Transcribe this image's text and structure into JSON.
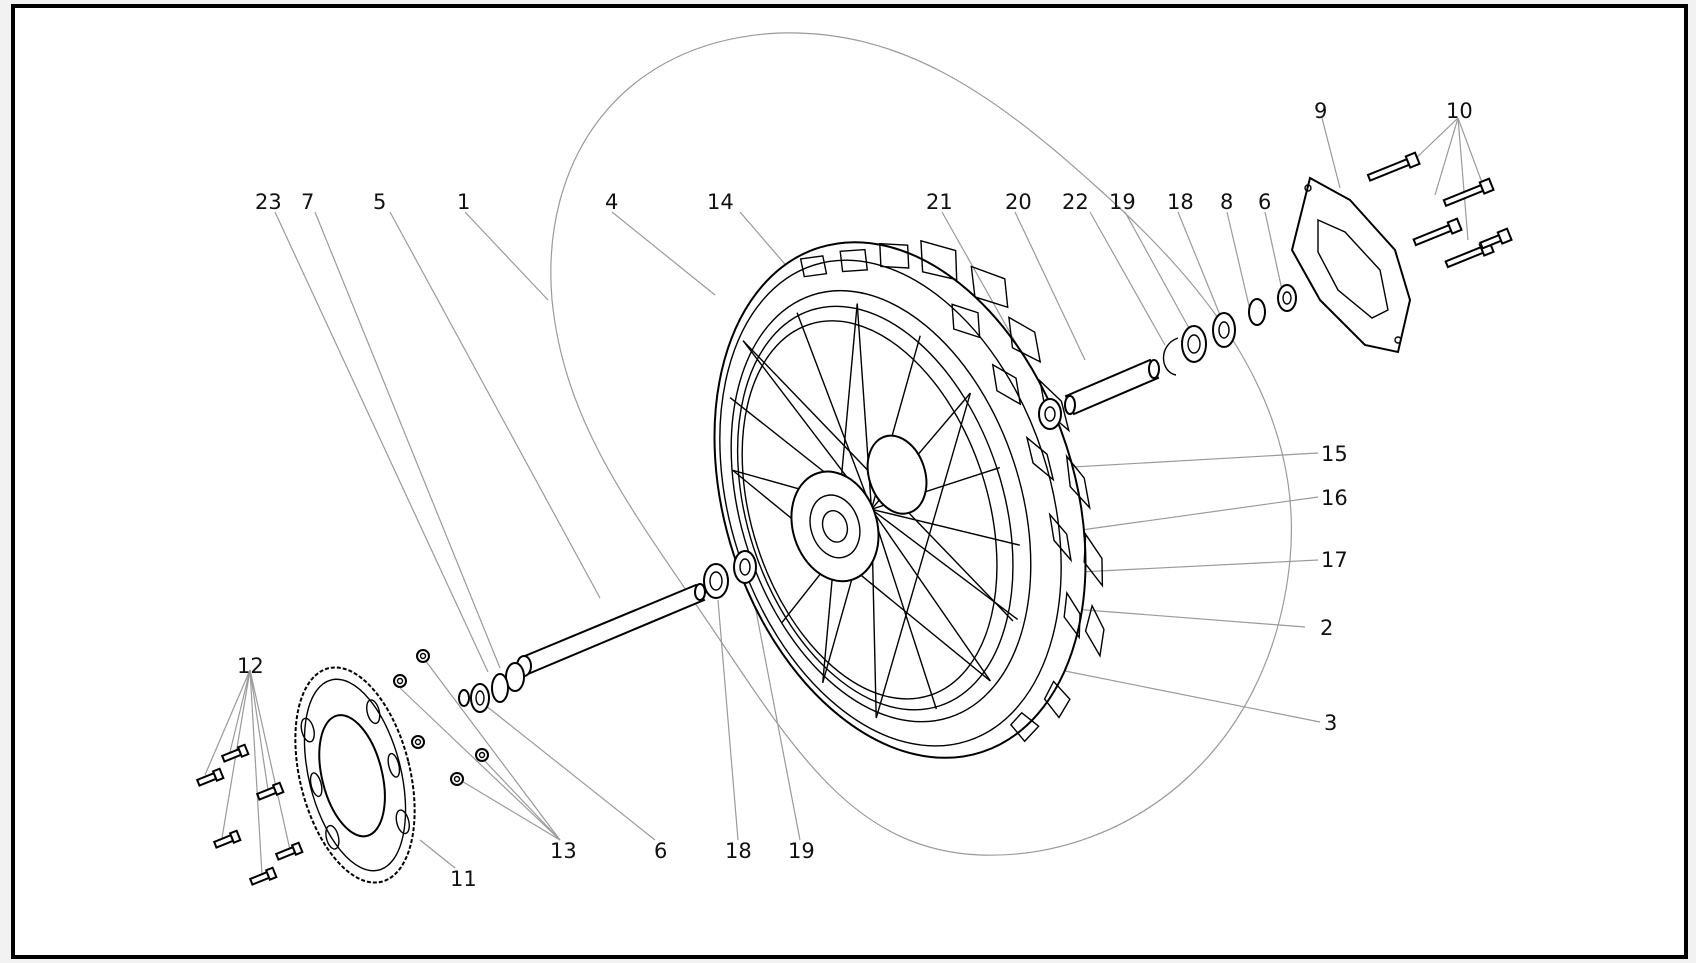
{
  "diagram": {
    "callouts": [
      {
        "id": "c23",
        "text": "23"
      },
      {
        "id": "c7",
        "text": "7"
      },
      {
        "id": "c5",
        "text": "5"
      },
      {
        "id": "c1",
        "text": "1"
      },
      {
        "id": "c4",
        "text": "4"
      },
      {
        "id": "c14",
        "text": "14"
      },
      {
        "id": "c21",
        "text": "21"
      },
      {
        "id": "c20",
        "text": "20"
      },
      {
        "id": "c22",
        "text": "22"
      },
      {
        "id": "c19a",
        "text": "19"
      },
      {
        "id": "c18a",
        "text": "18"
      },
      {
        "id": "c8",
        "text": "8"
      },
      {
        "id": "c6a",
        "text": "6"
      },
      {
        "id": "c9",
        "text": "9"
      },
      {
        "id": "c10",
        "text": "10"
      },
      {
        "id": "c15",
        "text": "15"
      },
      {
        "id": "c16",
        "text": "16"
      },
      {
        "id": "c17",
        "text": "17"
      },
      {
        "id": "c2",
        "text": "2"
      },
      {
        "id": "c3",
        "text": "3"
      },
      {
        "id": "c12",
        "text": "12"
      },
      {
        "id": "c13",
        "text": "13"
      },
      {
        "id": "c6b",
        "text": "6"
      },
      {
        "id": "c18b",
        "text": "18"
      },
      {
        "id": "c19b",
        "text": "19"
      },
      {
        "id": "c11",
        "text": "11"
      }
    ]
  }
}
